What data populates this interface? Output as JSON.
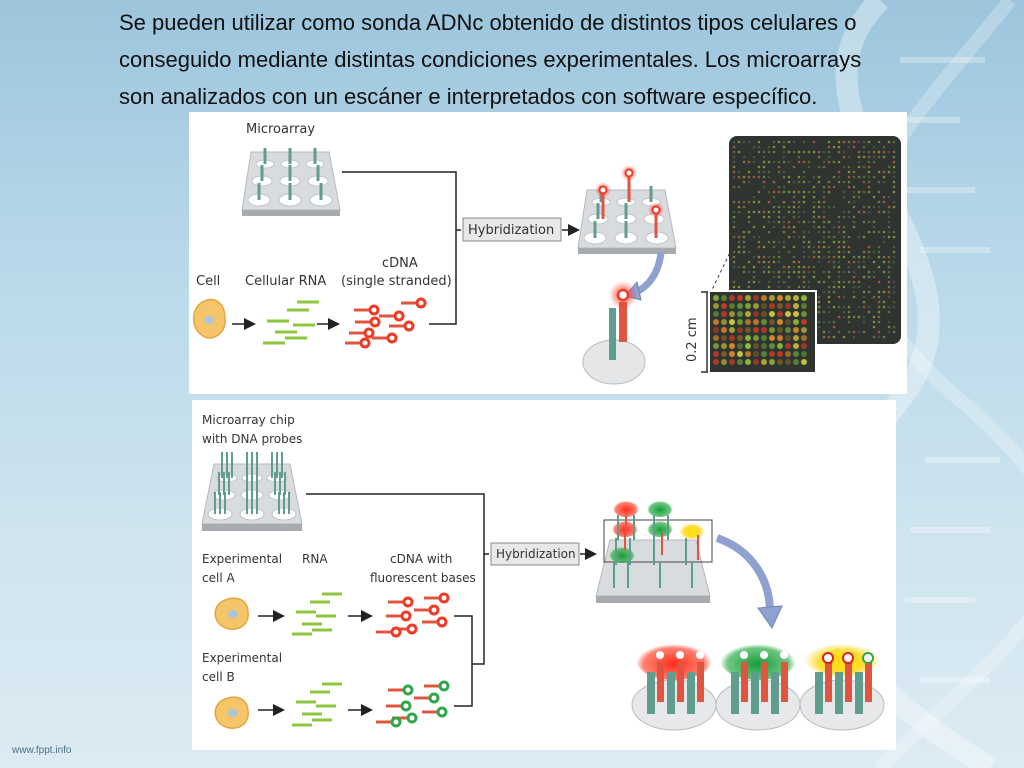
{
  "caption": {
    "line1": "Se pueden utilizar como sonda ADNc obtenido de distintos tipos celulares o",
    "line2": "conseguido mediante distintas condiciones experimentales. Los microarrays",
    "line3": "son analizados con un escáner e interpretados con software específico."
  },
  "top_figure": {
    "microarray_label": "Microarray",
    "cell_label": "Cell",
    "rna_label": "Cellular RNA",
    "cdna_label_1": "cDNA",
    "cdna_label_2": "(single stranded)",
    "hybridization_label": "Hybridization",
    "scale_label": "0.2 cm"
  },
  "bottom_figure": {
    "chip_label_1": "Microarray chip",
    "chip_label_2": "with DNA probes",
    "cell_a_label_1": "Experimental",
    "cell_a_label_2": "cell A",
    "rna_label": "RNA",
    "cdna_label_1": "cDNA with",
    "cdna_label_2": "fluorescent bases",
    "cell_b_label_1": "Experimental",
    "cell_b_label_2": "cell B",
    "hybridization_label": "Hybridization"
  },
  "watermark": "www.fppt.info",
  "colors": {
    "probe_teal": "#5f9e8f",
    "probe_red": "#e0553f",
    "tag_red": "#f03a24",
    "tag_green": "#2fa84a",
    "rna_green": "#8cc63f",
    "cell_fill": "#f6c56a",
    "arrow_blue": "#8fa2cf"
  }
}
